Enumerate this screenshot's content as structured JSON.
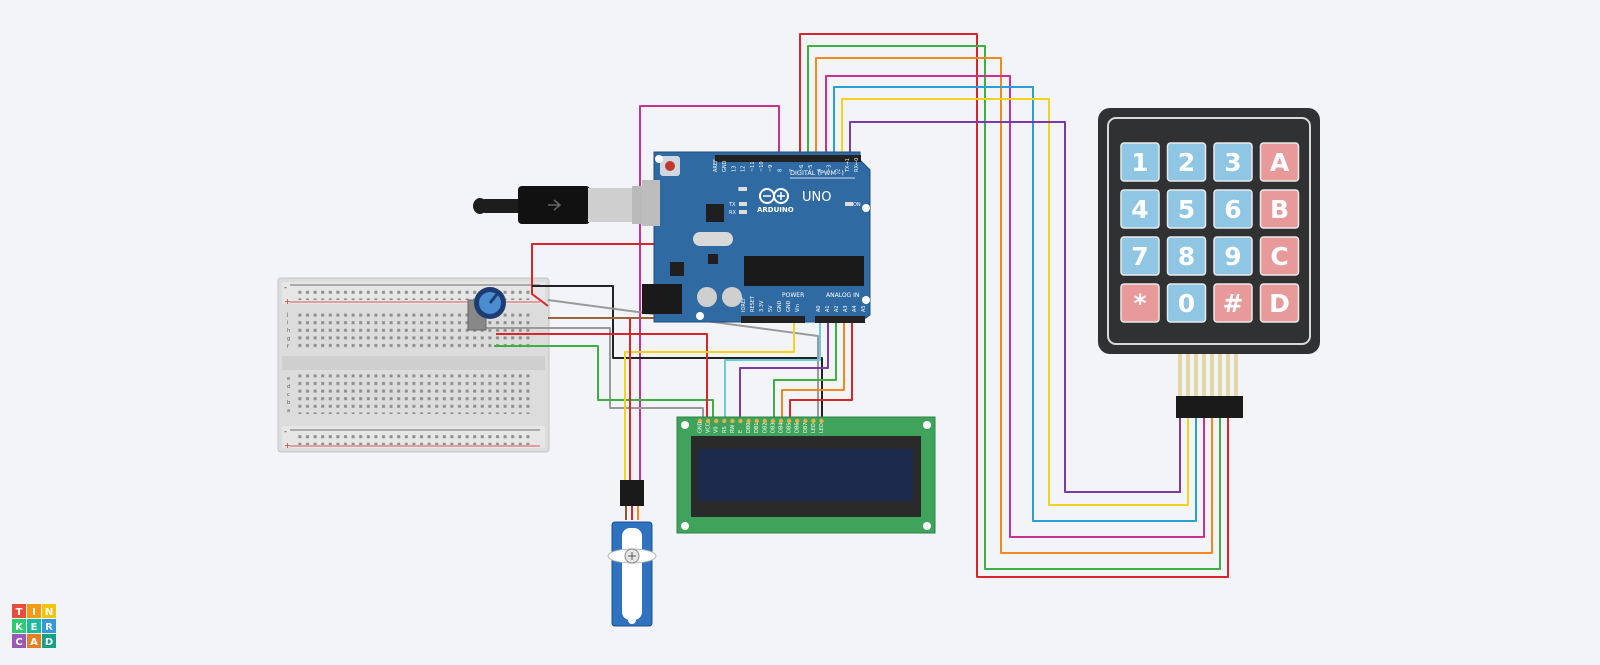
{
  "brand": {
    "logo_letters": [
      "T",
      "I",
      "N",
      "K",
      "E",
      "R",
      "C",
      "A",
      "D"
    ],
    "logo_colors": [
      "#e74c3c",
      "#f39c12",
      "#f1c40f",
      "#2ecc71",
      "#1abc9c",
      "#3498db",
      "#9b59b6",
      "#e67e22",
      "#16a085"
    ]
  },
  "arduino": {
    "brand_label": "ARDUINO",
    "model_label": "UNO",
    "digital_label": "DIGITAL (PWM~)",
    "power_label": "POWER",
    "analog_label": "ANALOG IN",
    "on_label": "ON",
    "l_label": "L",
    "tx_label": "TX",
    "rx_label": "RX",
    "top_pins": [
      "AREF",
      "GND",
      "13",
      "12",
      "~11",
      "~10",
      "~9",
      "8",
      "7",
      "~6",
      "~5",
      "4",
      "~3",
      "2",
      "TX→1",
      "RX←0"
    ],
    "bottom_pins": [
      "IOREF",
      "RESET",
      "3.3V",
      "5V",
      "GND",
      "GND",
      "Vin",
      "A0",
      "A1",
      "A2",
      "A3",
      "A4",
      "A5"
    ],
    "board_color": "#2f6aa3"
  },
  "lcd": {
    "pins": [
      "GND",
      "VCC",
      "V0",
      "RS",
      "RW",
      "E",
      "DB0",
      "DB1",
      "DB2",
      "DB3",
      "DB4",
      "DB5",
      "DB6",
      "DB7",
      "LED",
      "LED"
    ],
    "pcb_color": "#3fa35b",
    "screen_color": "#1b2a4d"
  },
  "keypad": {
    "keys": [
      [
        "1",
        "2",
        "3",
        "A"
      ],
      [
        "4",
        "5",
        "6",
        "B"
      ],
      [
        "7",
        "8",
        "9",
        "C"
      ],
      [
        "*",
        "0",
        "#",
        "D"
      ]
    ],
    "digit_color": "#8fc6e4",
    "letter_color": "#e89a9b",
    "body_color": "#2f3133"
  },
  "breadboard": {
    "top_rail_signs": [
      "-",
      "+"
    ],
    "bottom_rail_signs": [
      "-",
      "+"
    ],
    "row_letters_top": [
      "j",
      "i",
      "h",
      "g",
      "f"
    ],
    "row_letters_bottom": [
      "e",
      "d",
      "c",
      "b",
      "a"
    ],
    "columns": 30
  },
  "wire_colors": {
    "red": "#d8262c",
    "green": "#3cb043",
    "orange": "#f08a1c",
    "magenta": "#c9328f",
    "blue": "#2a9fd6",
    "yellow": "#f5d21b",
    "purple": "#7b3aa6",
    "black": "#222222",
    "gray": "#9a9a9a",
    "brown": "#a0603a",
    "cyan": "#6ccbd9"
  }
}
